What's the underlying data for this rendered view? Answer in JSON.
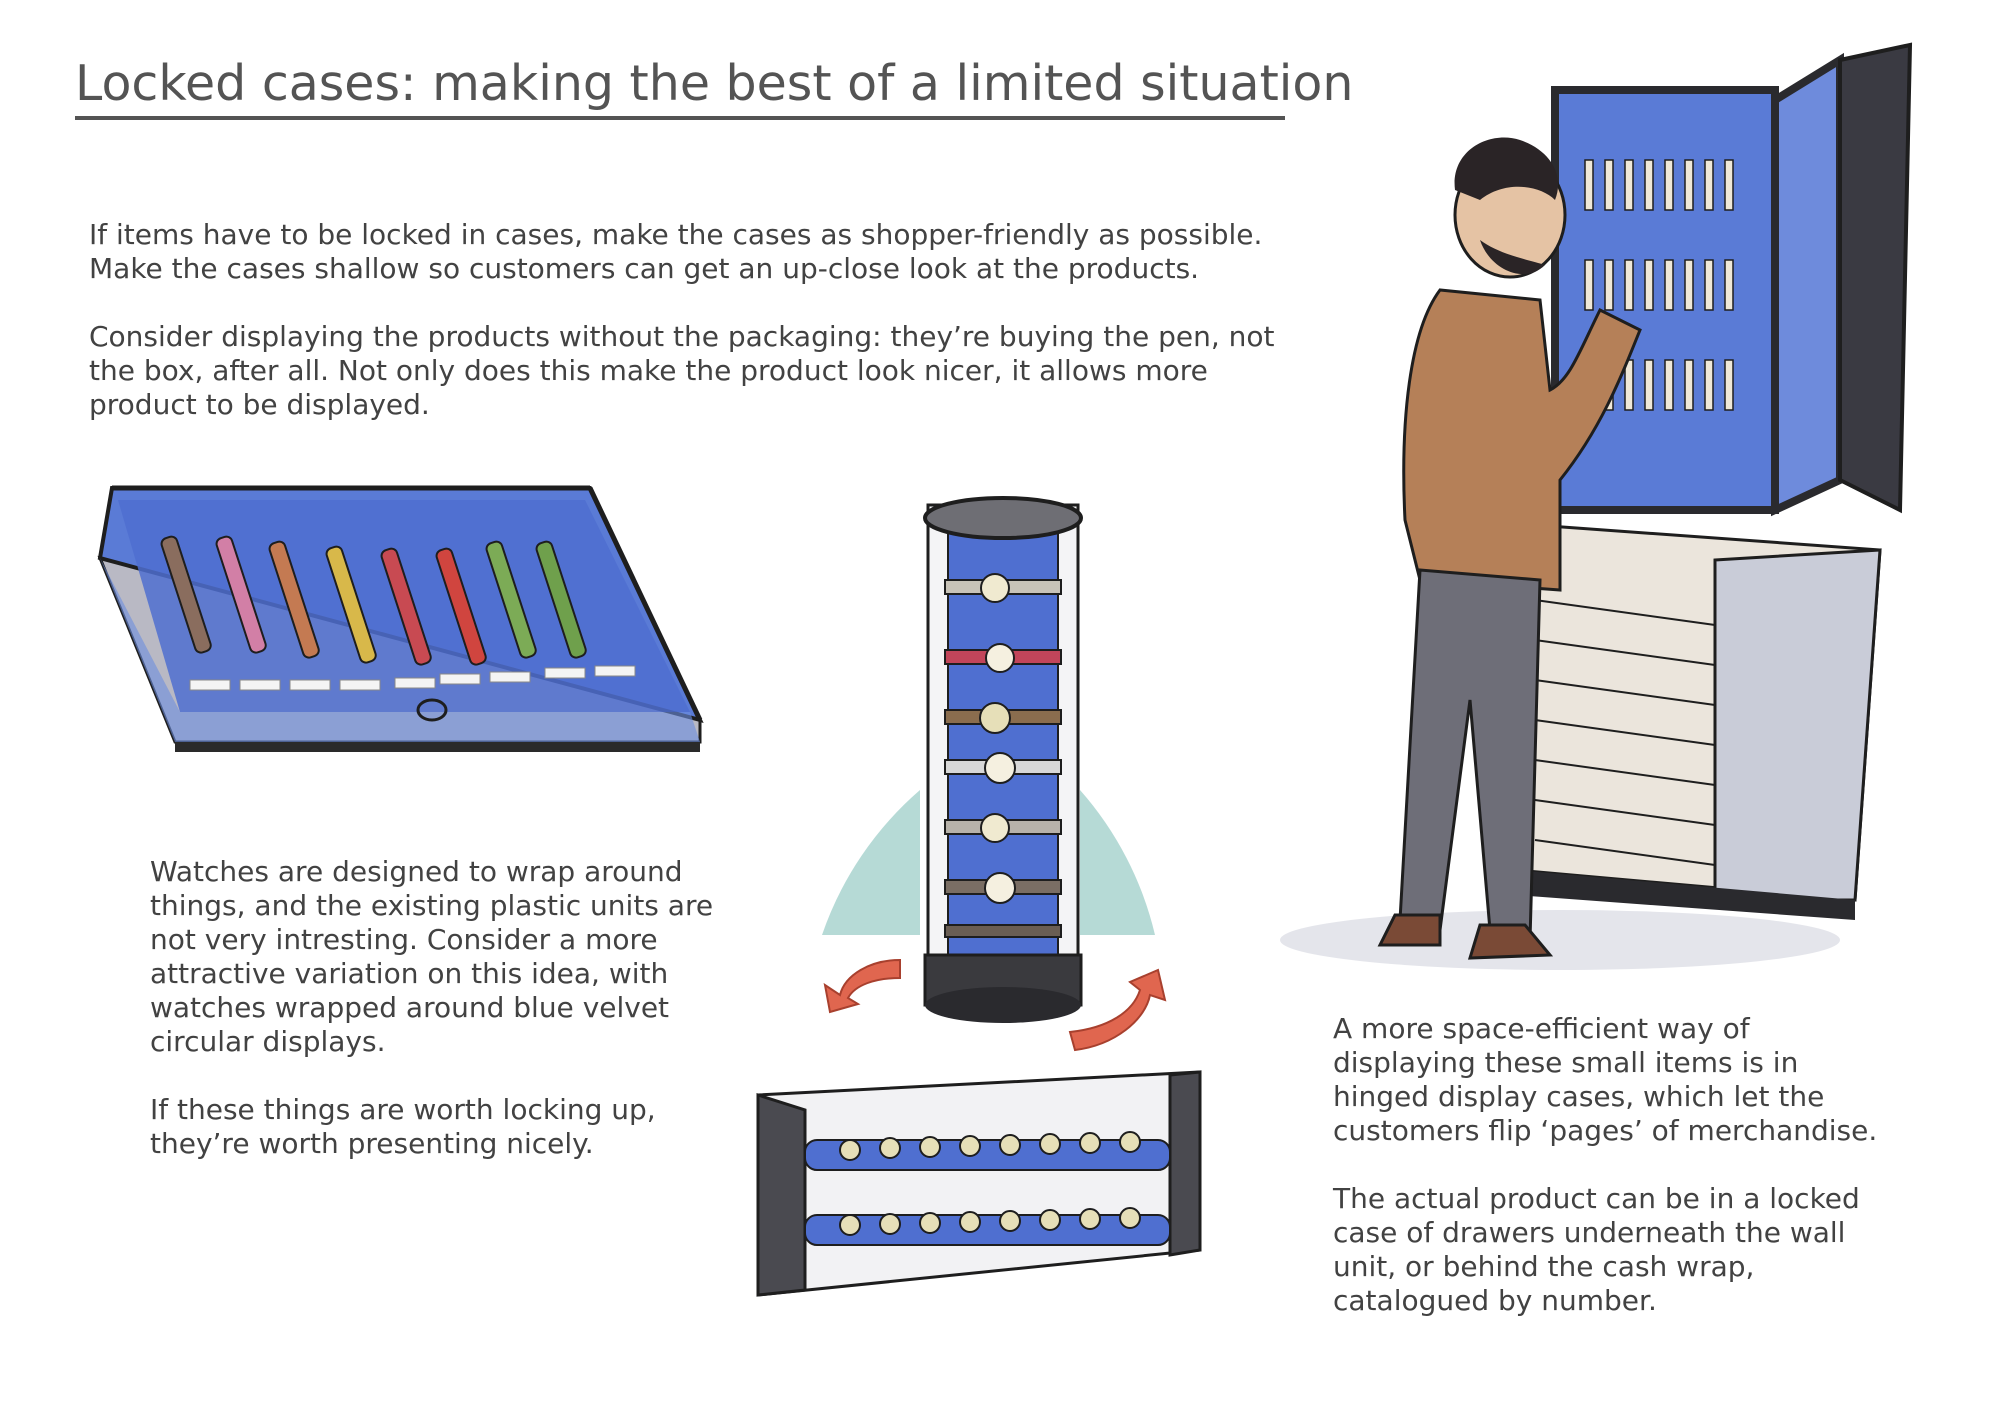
{
  "page": {
    "title": "Locked cases: making the best of a limited situation"
  },
  "intro": {
    "para1_line1": "If items have to be locked in cases, make the cases as shopper-friendly as possible.",
    "para1_line2": "Make the cases shallow so customers can get an up-close look at the products.",
    "para2_line1": "Consider displaying the products without the packaging: they’re buying the pen, not",
    "para2_line2": "the box, after all. Not only does this make the product look nicer, it allows more",
    "para2_line3": "product to be displayed."
  },
  "watches": {
    "line1": "Watches are designed to wrap around",
    "line2": "things, and the existing plastic units are",
    "line3": "not very intresting. Consider a more",
    "line4": "attractive variation on this idea, with",
    "line5": "watches wrapped around blue velvet",
    "line6": "circular displays.",
    "line7": "If these things are worth locking up,",
    "line8": "they’re worth presenting nicely."
  },
  "hinged": {
    "line1": "A more space-efficient way of",
    "line2": "displaying these small items is in",
    "line3": "hinged display cases, which let the",
    "line4": "customers flip ‘pages’ of merchandise.",
    "line5": "The actual product can be in a locked",
    "line6": "case of drawers underneath the wall",
    "line7": "unit, or behind the cash wrap,",
    "line8": "catalogued by number."
  },
  "colors": {
    "velvet_blue": "#4f6fd0",
    "ink": "#1e1e1e",
    "arrow_red": "#e0664f",
    "teal_wash": "#a9d3cf",
    "text_gray": "#424242"
  },
  "illustrations": {
    "pen_case": "pen-display-case-illustration",
    "watch_tower": "rotating-watch-tower-illustration",
    "watch_box": "watch-roll-box-illustration",
    "hinged_case": "man-at-hinged-display-case-illustration"
  }
}
